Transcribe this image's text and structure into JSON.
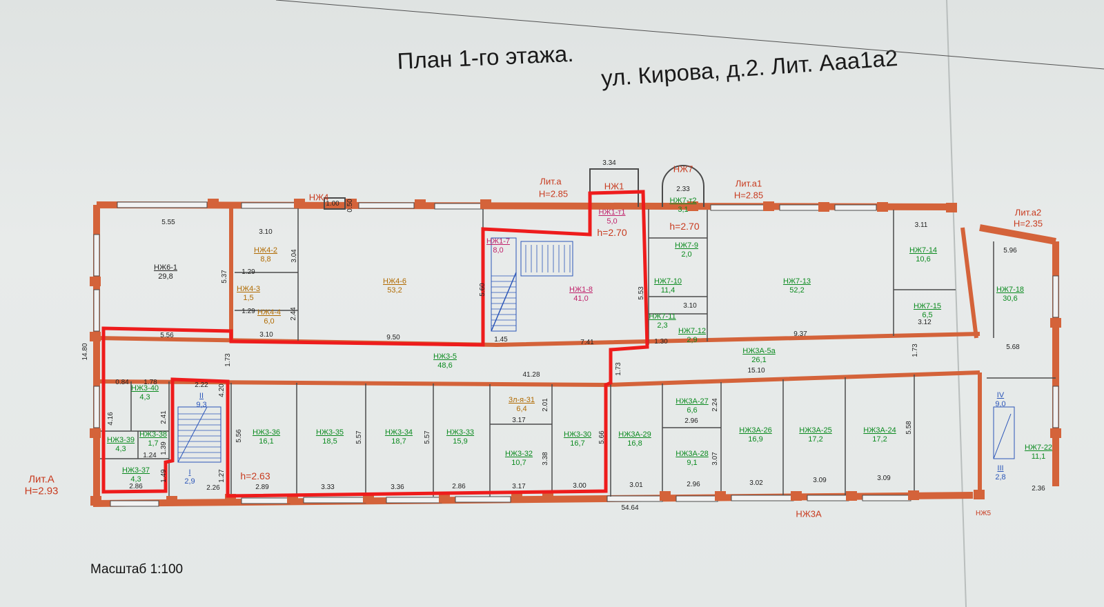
{
  "title": "План 1-го этажа.",
  "address": "ул. Кирова, д.2. Лит. Ааа1а2",
  "scale": "Масштаб 1:100",
  "annexes": {
    "lit_a": "Лит.а",
    "lit_a_h": "Н=2.85",
    "lit_a1": "Лит.а1",
    "lit_a1_h": "Н=2.85",
    "lit_a2": "Лит.а2",
    "lit_a2_h": "Н=2.35",
    "lit_A": "Лит.А",
    "lit_A_h": "Н=2.93"
  },
  "entrances": {
    "nzh1": "НЖ1",
    "nzh4": "НЖ4",
    "nzh7": "НЖ7",
    "nzh3a": "НЖ3А",
    "nzh5": "НЖ5"
  },
  "heights": {
    "h270a": "h=2.70",
    "h270b": "h=2.70",
    "h263": "h=2.63"
  },
  "rooms": [
    {
      "id": "НЖ6-1",
      "area": "29,8"
    },
    {
      "id": "НЖ4-2",
      "area": "8,8"
    },
    {
      "id": "НЖ4-3",
      "area": "1,5"
    },
    {
      "id": "НЖ4-4",
      "area": "6,0"
    },
    {
      "id": "НЖ4-6",
      "area": "53,2"
    },
    {
      "id": "НЖ1-7",
      "area": "8,0"
    },
    {
      "id": "НЖ1-т1",
      "area": "5,0"
    },
    {
      "id": "НЖ1-8",
      "area": "41,0"
    },
    {
      "id": "НЖ7-т2",
      "area": "3,1"
    },
    {
      "id": "НЖ7-9",
      "area": "2,0"
    },
    {
      "id": "НЖ7-10",
      "area": "11,4"
    },
    {
      "id": "НЖ7-11",
      "area": "2,3"
    },
    {
      "id": "НЖ7-12",
      "area": "2,9"
    },
    {
      "id": "НЖ7-13",
      "area": "52,2"
    },
    {
      "id": "НЖ7-14",
      "area": "10,6"
    },
    {
      "id": "НЖ7-15",
      "area": "6,5"
    },
    {
      "id": "НЖ7-18",
      "area": "30,6"
    },
    {
      "id": "НЖ3-5",
      "area": "48,6"
    },
    {
      "id": "НЖ3А-5а",
      "area": "26,1"
    },
    {
      "id": "НЖ3-40",
      "area": "4,3"
    },
    {
      "id": "НЖ3-39",
      "area": "4,3"
    },
    {
      "id": "НЖ3-38",
      "area": "1,7"
    },
    {
      "id": "НЖ3-37",
      "area": "4,3"
    },
    {
      "id": "II",
      "area": "9,3"
    },
    {
      "id": "I",
      "area": "2,9"
    },
    {
      "id": "НЖ3-36",
      "area": "16,1"
    },
    {
      "id": "НЖ3-35",
      "area": "18,5"
    },
    {
      "id": "НЖ3-34",
      "area": "18,7"
    },
    {
      "id": "НЖ3-33",
      "area": "15,9"
    },
    {
      "id": "3л-я-31",
      "area": "6,4"
    },
    {
      "id": "НЖ3-32",
      "area": "10,7"
    },
    {
      "id": "НЖ3-30",
      "area": "16,7"
    },
    {
      "id": "НЖ3А-29",
      "area": "16,8"
    },
    {
      "id": "НЖ3А-27",
      "area": "6,6"
    },
    {
      "id": "НЖ3А-28",
      "area": "9,1"
    },
    {
      "id": "НЖ3А-26",
      "area": "16,9"
    },
    {
      "id": "НЖ3А-25",
      "area": "17,2"
    },
    {
      "id": "НЖ3А-24",
      "area": "17,2"
    },
    {
      "id": "IV",
      "area": "9,0"
    },
    {
      "id": "НЖ7-22",
      "area": "11,1"
    },
    {
      "id": "III",
      "area": "2,8"
    }
  ],
  "dims": {
    "d555": "5.55",
    "d537": "5.37",
    "d310a": "3.10",
    "d304": "3.04",
    "d100": "1.00",
    "d050": "0.50",
    "d129a": "1.29",
    "d129b": "1.29",
    "d244": "2.44",
    "d310b": "3.10",
    "d556": "5.56",
    "d950": "9.50",
    "d560": "5.60",
    "d145": "1.45",
    "d741": "7.41",
    "d553": "5.53",
    "d130": "1.30",
    "d937": "9.37",
    "d334": "3.34",
    "d233": "2.33",
    "d311": "3.11",
    "d312": "3.12",
    "d1480": "14.80",
    "d173a": "1.73",
    "d4128": "41.28",
    "d1510": "15.10",
    "d173b": "1.73",
    "d173c": "1.73",
    "d084": "0.84",
    "d178": "1.78",
    "d416": "4.16",
    "d241": "2.41",
    "d222": "2.22",
    "d420": "4.20",
    "d286a": "2.86",
    "d226": "2.26",
    "d289": "2.89",
    "d333": "3.33",
    "d336": "3.36",
    "d286b": "2.86",
    "d317a": "3.17",
    "d317b": "3.17",
    "d300": "3.00",
    "d301": "3.01",
    "d296a": "2.96",
    "d296b": "2.96",
    "d302": "3.02",
    "d309a": "3.09",
    "d309b": "3.09",
    "d5464": "54.64",
    "d557a": "5.57",
    "d557b": "5.57",
    "d558": "5.58",
    "d201": "2.01",
    "d338": "3.38",
    "d224": "2.24",
    "d307": "3.07",
    "d566": "5.66",
    "d536": "5.56",
    "d124": "1.24",
    "d149": "1.49",
    "d127": "1.27",
    "d139": "1.39",
    "d568": "5.68",
    "d596": "5.96",
    "d236": "2.36",
    "d310c": "3.10"
  },
  "colors": {
    "wall": "#d4633a",
    "highlight": "#ee1c1c",
    "paper": "#e6e9e8",
    "line": "#4a4a4a"
  }
}
